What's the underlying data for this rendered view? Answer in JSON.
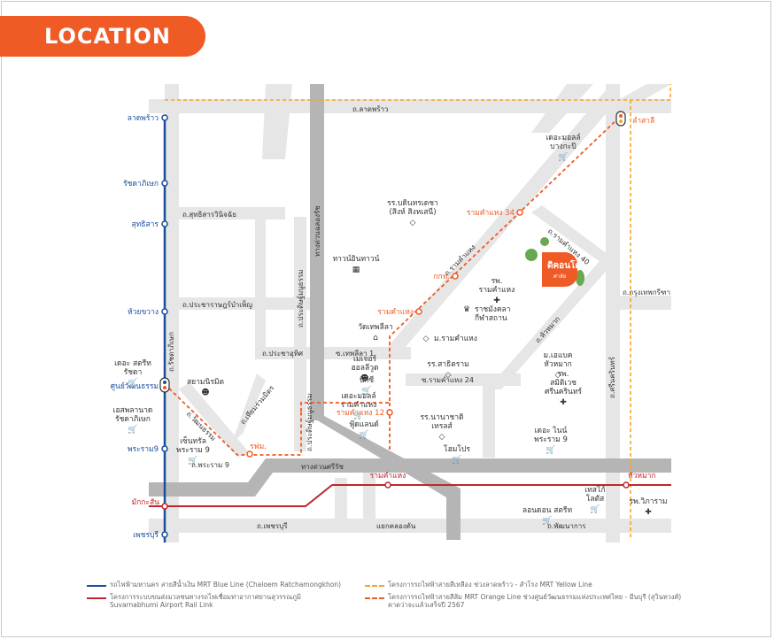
{
  "header": {
    "title": "LOCATION"
  },
  "colors": {
    "accent": "#f05a24",
    "blue_line": "#1a4f9c",
    "red_line": "#c0272d",
    "yellow_line": "#f5a623",
    "road": "#e6e6e6",
    "expressway": "#b5b5b5"
  },
  "project": {
    "label": "ดิคอนโด",
    "sub": "ศาลัย"
  },
  "roads": {
    "lat_phrao": "ถ.ลาดพร้าว",
    "sukhitsan": "ถ.สุทธิสารวินิจฉัย",
    "pracha_rat": "ถ.ประชาราษฎร์บำเพ็ญ",
    "pracha_uthit": "ถ.ประชาอุทิศ",
    "ratchada": "ถ.รัชดาภิเษก",
    "thiam_ruam_mit": "ถ.เทียมร่วมมิตร",
    "pradit_manutham_1": "ถ.ประดิษฐ์มนูธรรม",
    "pradit_manutham_2": "ถ.ประดิษฐ์มนูธรรม",
    "expressway_chalong": "ทางด่วนฉลองรัช",
    "expressway_si_rat": "ทางด่วนศรีรัช",
    "rama9": "ถ.พระราม 9",
    "phetchaburi": "ถ.เพชรบุรี",
    "phatthanakan": "ถ.พัฒนาการ",
    "ramkhamhaeng": "ถ.รามคำแหง",
    "ramkhamhaeng_40": "ถ.รามคำแหง 40",
    "ramkhamhaeng_24": "ซ.รามคำแหง 24",
    "hua_mak": "ถ.หัวหมาก",
    "krungthep_kritha": "ถ.กรุงเทพกรีฑา",
    "srinakarin": "ถ.ศรีนครินทร์",
    "thepleela": "ซ.เทพลีลา 1",
    "khlong_tan": "แยกคลองตัน",
    "asok_din_daeng": "ถ.วัฒนธรรม"
  },
  "stations": {
    "blue": [
      "ลาดพร้าว",
      "รัชดาภิเษก",
      "สุทธิสาร",
      "ห้วยขวาง",
      "ศูนย์วัฒนธรรม",
      "พระราม9",
      "เพชรบุรี"
    ],
    "orange": [
      "ลำสาลี",
      "รามคำแหง 34",
      "กกท.",
      "รามคำแหง",
      "รามคำแหง 12",
      "รฟม."
    ],
    "red": [
      "มักกะสัน",
      "รามคำแหง",
      "หัวหมาก"
    ]
  },
  "places": {
    "the_mall_bangkapi": "เดอะมอลล์\nบางกะปิ",
    "bodindecha": "รร.บดินทรเดชา\n(สิงห์ สิงหเสนี)",
    "town_in_town": "ทาวน์อินทาวน์",
    "ram_hospital": "รพ.\nรามคำแหง",
    "rajamangala": "ราชมังคลา\nกีฬาสถาน",
    "ramkhamhaeng_univ": "ม.รามคำแหง",
    "wat_thepleela": "วัดเทพลีลา",
    "mega_home": "เมเจอร์\nฮอลลีวูด",
    "big_c": "บิ๊กซี",
    "the_mall_ram": "เดอะมอลล์\nรามคำแหง",
    "food_land": "ฟู้ดแลนด์",
    "satri_ramkhamhaeng": "รร.สาธิตราม",
    "assumption_univ": "ม.เอแบค\nหัวหมาก",
    "sikarin_hospital": "รพ.\nสมิติเวช\nศรีนครินทร์",
    "nanachat": "รร.นานาชาติ\nเทรลส์",
    "home_pro": "โฮมโปร",
    "the_nine": "เดอะ ไนน์\nพระราม 9",
    "siam_niramit": "สยามนิรมิต",
    "the_street": "เดอะ สตรีท\nรัชดา",
    "esplanade": "เอสพลานาด\nรัชดาภิเษก",
    "central_rama9": "เซ็นทรัล\nพระราม 9",
    "tesco_lotus": "เทสโก้\nโลตัส",
    "lotus_stadium": "ลอนดอน สตรีท",
    "vichaiyut_hospital": "รพ.วิภาราม"
  },
  "legend": [
    {
      "color": "#1a4f9c",
      "style": "solid",
      "text": "รถไฟฟ้ามหานคร สายสีน้ำเงิน MRT Blue Line (Chaloem Ratchamongkhon)"
    },
    {
      "color": "#c0272d",
      "style": "solid",
      "text": "โครงการระบบขนส่งมวลชนทางรถไฟเชื่อมท่าอากาศยานสุวรรณภูมิ\nSuvarnabhumi Airport Rail Link"
    },
    {
      "color": "#f5a623",
      "style": "dashed",
      "text": "โครงการรถไฟฟ้าสายสีเหลือง ช่วงลาดพร้าว - สำโรง MRT Yellow Line"
    },
    {
      "color": "#f05a24",
      "style": "dashed",
      "text": "โครงการรถไฟฟ้าสายสีส้ม MRT Orange Line ช่วงศูนย์วัฒนธรรมแห่งประเทศไทย - มีนบุรี (สุวินทวงศ์)\nคาดว่าจะแล้วเสร็จปี 2567"
    }
  ]
}
